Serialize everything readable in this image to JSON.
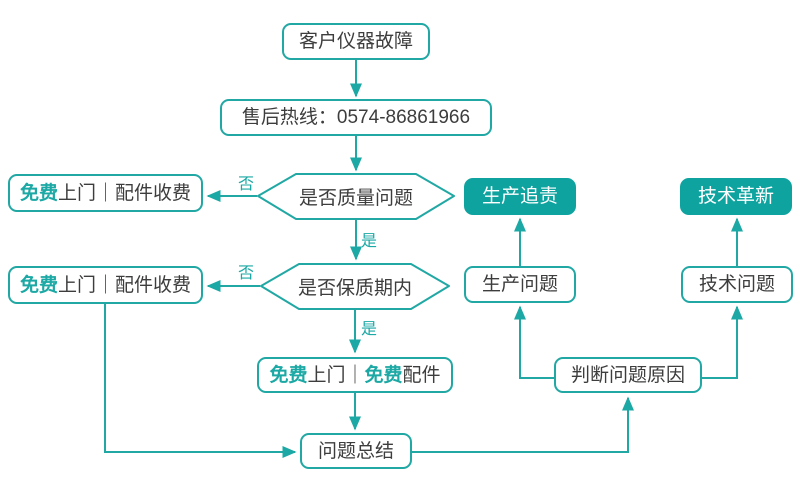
{
  "colors": {
    "line_teal": "#21a8a4",
    "fill_teal": "#0fa3a0",
    "text_dark": "#3d3d3d",
    "background": "#ffffff"
  },
  "flowchart": {
    "start": "客户仪器故障",
    "hotline": "售后热线：0574-86861966",
    "decision_quality": "是否质量问题",
    "decision_warranty": "是否保质期内",
    "outcome_no_quality": {
      "free": "免费",
      "rest": "上门｜配件收费"
    },
    "outcome_no_warranty": {
      "free": "免费",
      "rest": "上门｜配件收费"
    },
    "outcome_in_warranty": {
      "free1": "免费",
      "mid": "上门｜",
      "free2": "免费",
      "tail": "配件"
    },
    "summary": "问题总结",
    "judge_cause": "判断问题原因",
    "production_issue": "生产问题",
    "production_followup": "生产追责",
    "technical_issue": "技术问题",
    "technical_followup": "技术革新",
    "labels": {
      "no": "否",
      "yes": "是"
    }
  }
}
